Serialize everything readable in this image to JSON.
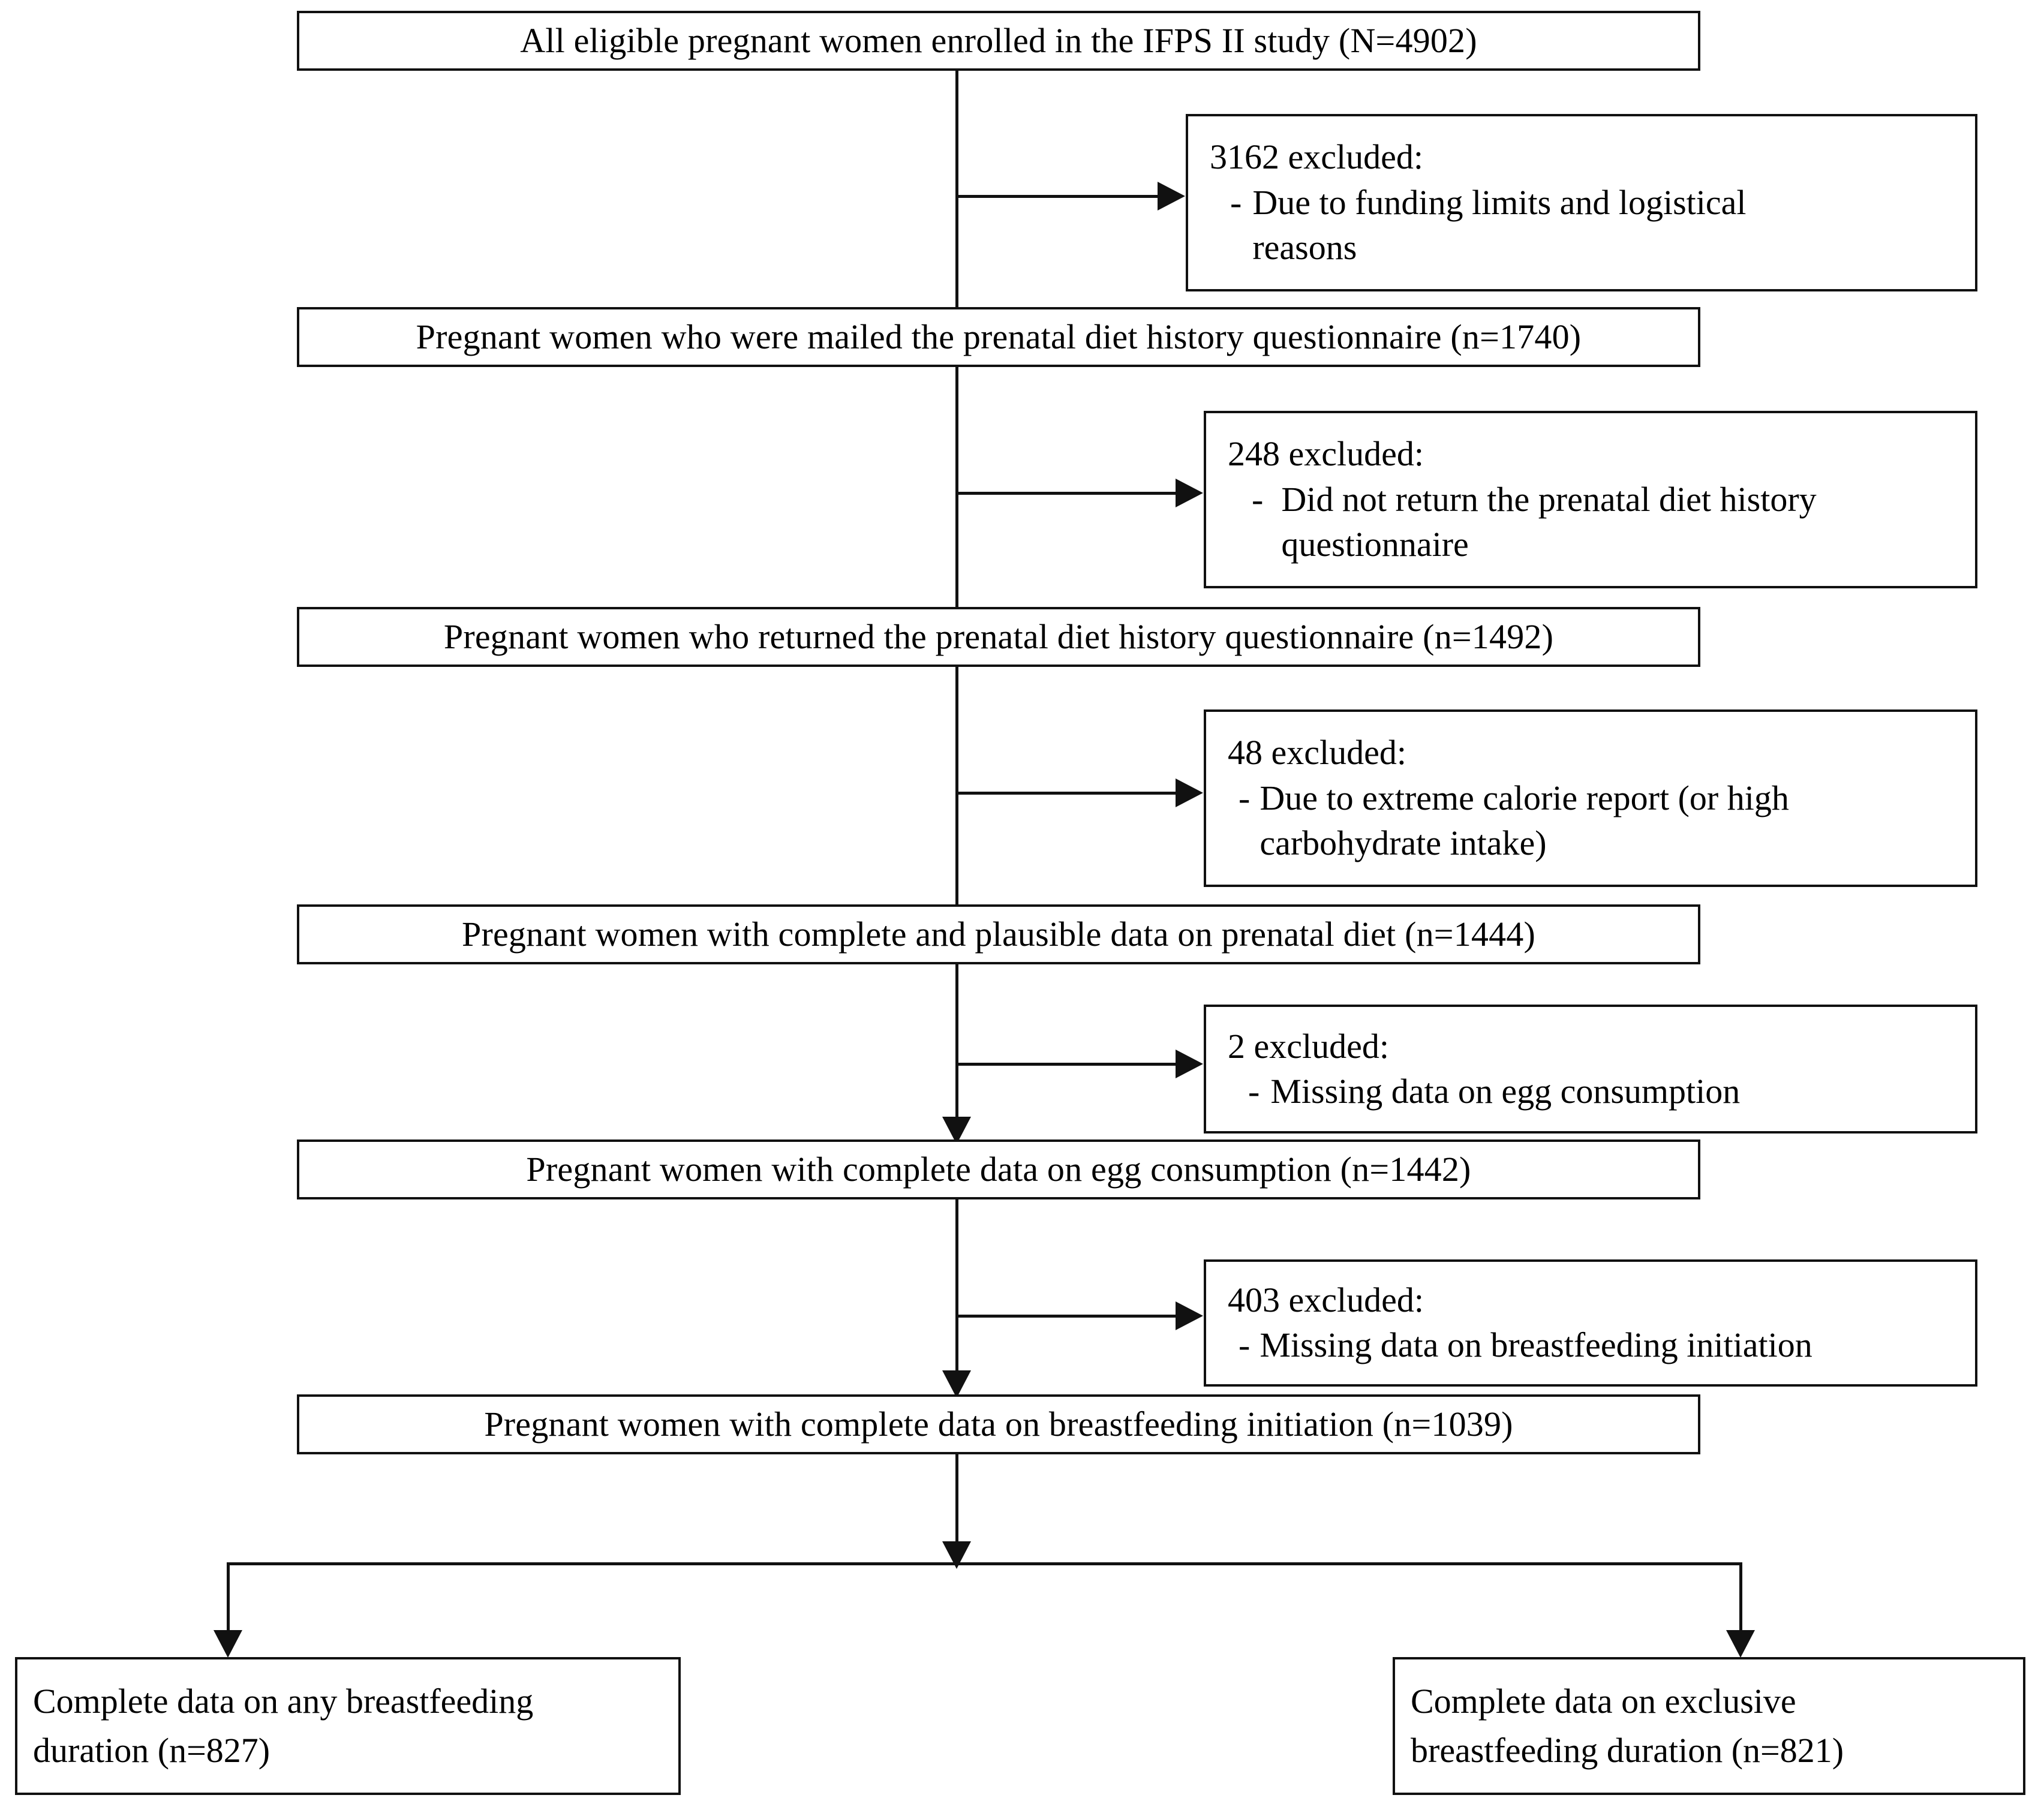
{
  "diagram": {
    "title": "IFPS II study participant flow diagram",
    "type": "flowchart",
    "line_color": "#111111",
    "background_color": "#ffffff"
  },
  "main_nodes": [
    {
      "id": "n1",
      "text": "All eligible pregnant women enrolled in the IFPS II study (N=4902)",
      "count": 4902,
      "count_label": "N=4902"
    },
    {
      "id": "n2",
      "text": "Pregnant women who were mailed the prenatal diet history questionnaire (n=1740)",
      "count": 1740,
      "count_label": "n=1740"
    },
    {
      "id": "n3",
      "text": "Pregnant women who returned the prenatal diet history questionnaire (n=1492)",
      "count": 1492,
      "count_label": "n=1492"
    },
    {
      "id": "n4",
      "text": "Pregnant women with complete and plausible data on prenatal diet (n=1444)",
      "count": 1444,
      "count_label": "n=1444"
    },
    {
      "id": "n5",
      "text": "Pregnant women with complete data on egg consumption (n=1442)",
      "count": 1442,
      "count_label": "n=1442"
    },
    {
      "id": "n6",
      "text": "Pregnant women with complete data on breastfeeding initiation (n=1039)",
      "count": 1039,
      "count_label": "n=1039"
    }
  ],
  "exclusions": [
    {
      "id": "e1",
      "heading": "3162 excluded:",
      "count": 3162,
      "bullet": "-",
      "reason_line1": "Due to funding limits and logistical",
      "reason_line2": "reasons"
    },
    {
      "id": "e2",
      "heading": "248 excluded:",
      "count": 248,
      "bullet": "-",
      "reason_line1": "Did not return the prenatal diet history",
      "reason_line2": "questionnaire"
    },
    {
      "id": "e3",
      "heading": "48 excluded:",
      "count": 48,
      "bullet": "-",
      "reason_line1": "Due to extreme calorie report (or high",
      "reason_line2": "carbohydrate intake)"
    },
    {
      "id": "e4",
      "heading": "2 excluded:",
      "count": 2,
      "bullet": "-",
      "reason_line1": "Missing data on egg consumption",
      "reason_line2": ""
    },
    {
      "id": "e5",
      "heading": "403 excluded:",
      "count": 403,
      "bullet": "-",
      "reason_line1": "Missing data on breastfeeding initiation",
      "reason_line2": ""
    }
  ],
  "terminal_nodes": [
    {
      "id": "t1",
      "line1": "Complete data on any breastfeeding",
      "line2": "duration (n=827)",
      "count": 827,
      "count_label": "n=827"
    },
    {
      "id": "t2",
      "line1": "Complete data on exclusive",
      "line2": "breastfeeding duration (n=821)",
      "count": 821,
      "count_label": "n=821"
    }
  ]
}
